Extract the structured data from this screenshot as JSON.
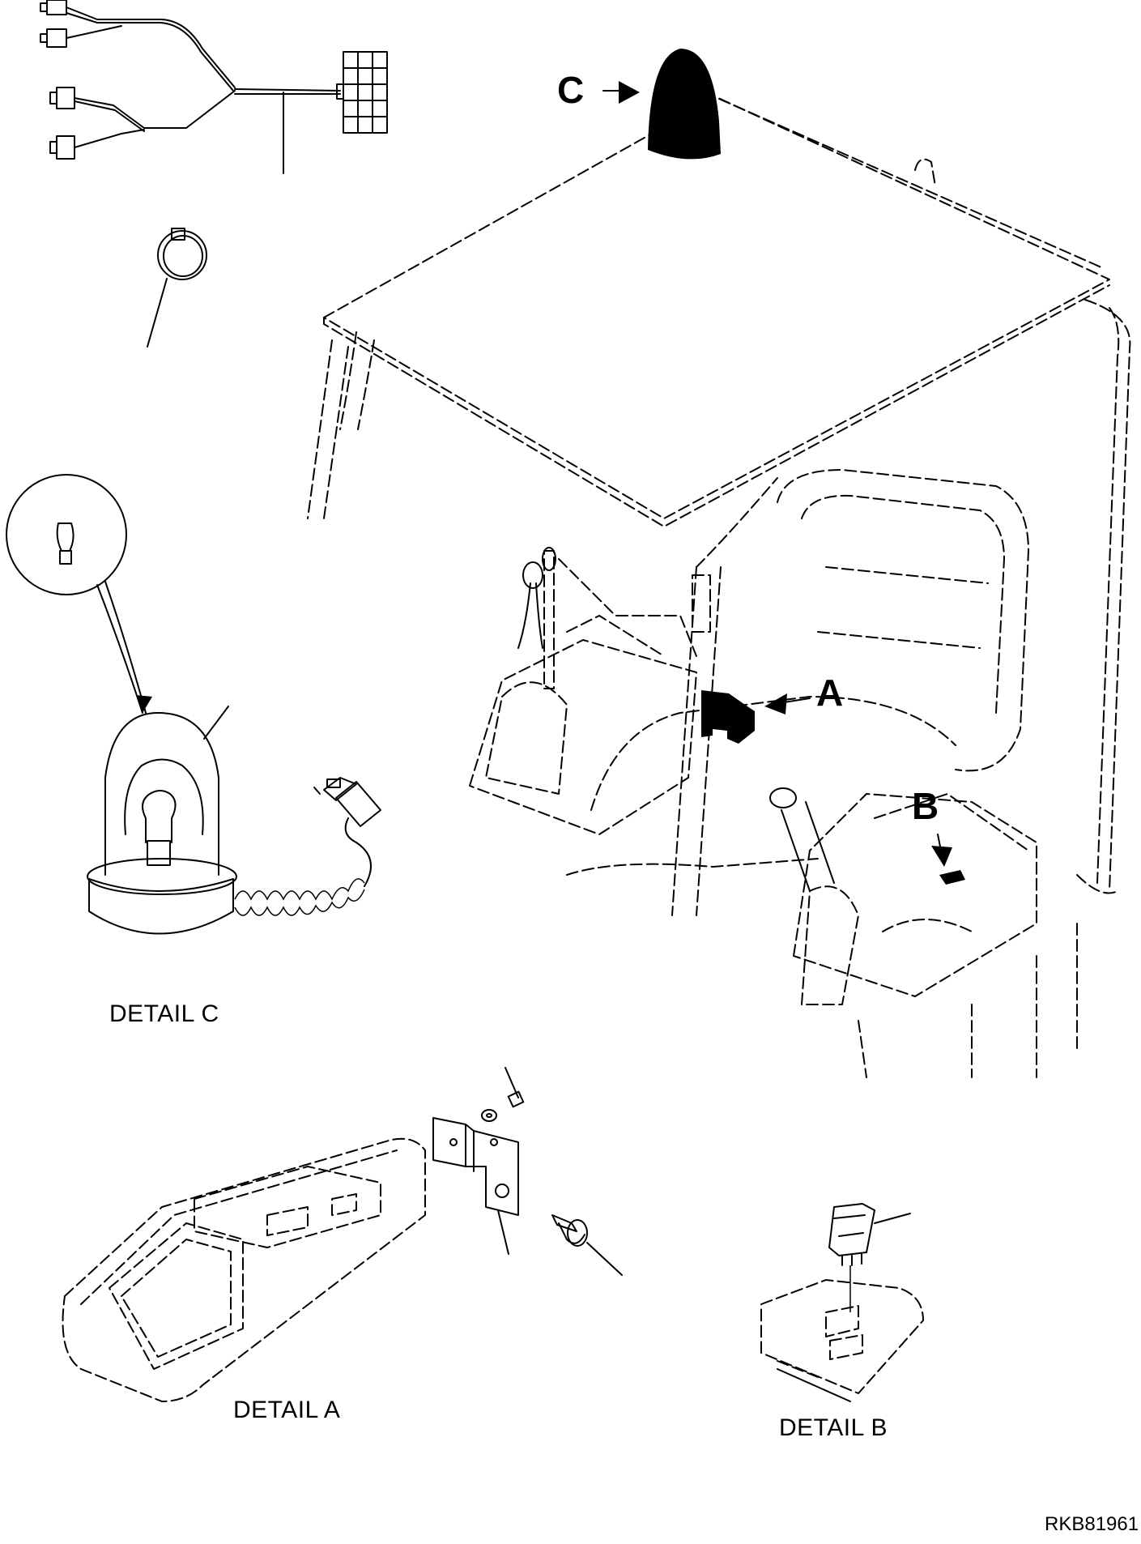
{
  "callouts": {
    "a": "A",
    "b": "B",
    "c": "C"
  },
  "details": {
    "a": "DETAIL A",
    "b": "DETAIL B",
    "c": "DETAIL C"
  },
  "drawing_code": "RKB81961"
}
